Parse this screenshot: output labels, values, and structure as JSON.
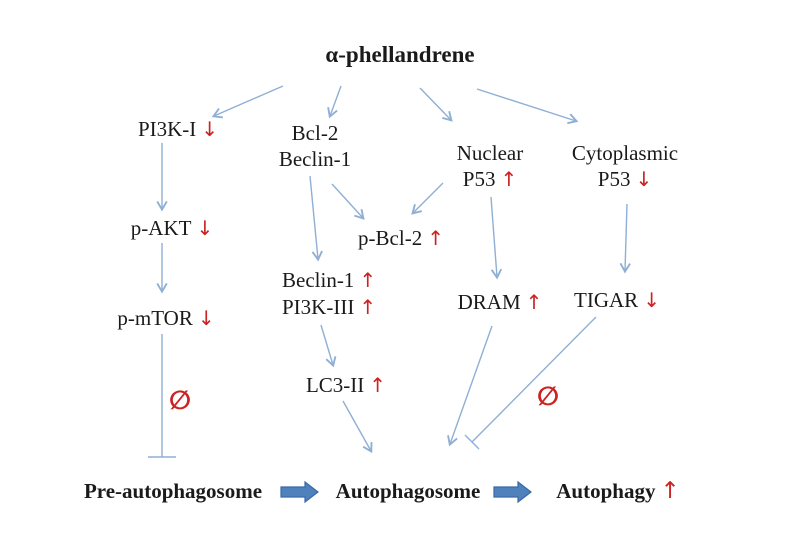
{
  "diagram": {
    "title": "α-phellandrene",
    "colors": {
      "connector_blue": "#8fafd4",
      "block_arrow_fill": "#4f81bd",
      "block_arrow_edge": "#3a69a8",
      "regulation_red": "#cc2222",
      "text": "#1a1a1a"
    },
    "nodes": {
      "pi3k1": {
        "label": "PI3K-I",
        "arrow": "↓"
      },
      "bcl2_beclin1": {
        "line1": "Bcl-2",
        "line2": "Beclin-1"
      },
      "nuclear_p53": {
        "line1": "Nuclear",
        "line2": "P53",
        "arrow": "↑"
      },
      "cyto_p53": {
        "line1": "Cytoplasmic",
        "line2": "P53",
        "arrow": "↓"
      },
      "p_akt": {
        "label": "p-AKT",
        "arrow": "↓"
      },
      "p_mtor": {
        "label": "p-mTOR",
        "arrow": "↓"
      },
      "p_bcl2": {
        "label": "p-Bcl-2",
        "arrow": "↑"
      },
      "beclin1_up": {
        "label": "Beclin-1",
        "arrow": "↑"
      },
      "pi3k3_up": {
        "label": "PI3K-III",
        "arrow": "↑"
      },
      "lc3": {
        "label": "LC3-II",
        "arrow": "↑"
      },
      "dram": {
        "label": "DRAM",
        "arrow": "↑"
      },
      "tigar": {
        "label": "TIGAR",
        "arrow": "↓"
      },
      "inhibit_left_symbol": "∅",
      "inhibit_right_symbol": "∅",
      "pre_autophagosome": "Pre-autophagosome",
      "autophagosome": "Autophagosome",
      "autophagy": {
        "label": "Autophagy",
        "arrow": "↑"
      }
    }
  }
}
